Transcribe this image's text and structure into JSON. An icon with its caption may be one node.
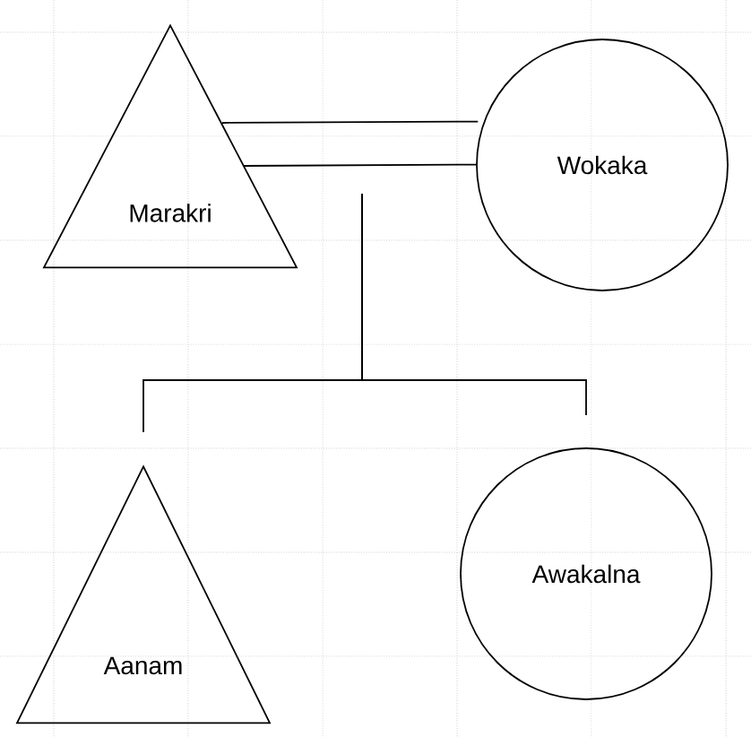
{
  "diagram": {
    "nodes": [
      {
        "text": [
          "Marakri"
        ]
      },
      {
        "text": [
          "Wokaka"
        ]
      },
      {
        "text": [
          "Aanam"
        ]
      },
      {
        "text": [
          "Awakalna"
        ]
      }
    ],
    "edges": [
      {
        "from": 0,
        "to": 1,
        "arrow": "none"
      },
      {
        "from": null,
        "to": 2,
        "arrow": "none"
      },
      {
        "from": null,
        "to": 3,
        "arrow": "none"
      }
    ]
  }
}
